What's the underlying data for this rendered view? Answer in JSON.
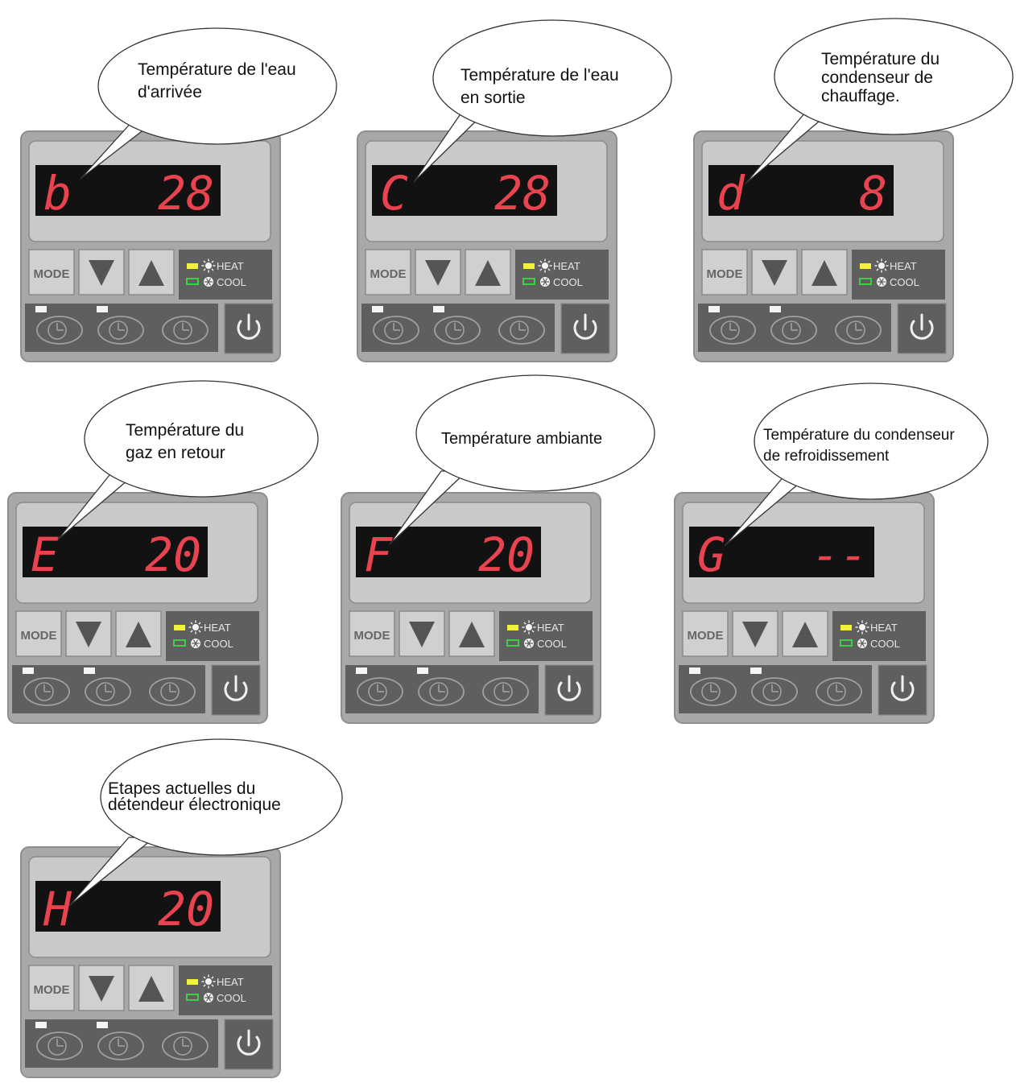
{
  "panels": [
    {
      "label": "Température de l'eau d'arrivée",
      "lines": [
        "Température de l'eau",
        "d'arrivée"
      ],
      "code": "b",
      "value": "28"
    },
    {
      "label": "Température de l'eau en sortie",
      "lines": [
        "Température de l'eau",
        " en sortie"
      ],
      "code": "C",
      "value": "28"
    },
    {
      "label": "Température du condenseur de chauffage.",
      "lines": [
        "Température du",
        "condenseur de",
        "chauffage."
      ],
      "code": "d",
      "value": "8"
    },
    {
      "label": "Température du gaz en retour",
      "lines": [
        "Température du",
        "gaz en retour"
      ],
      "code": "E",
      "value": "20"
    },
    {
      "label": "Température ambiante",
      "lines": [
        "Température ambiante"
      ],
      "code": "F",
      "value": "20"
    },
    {
      "label": "Température du condenseur de refroidissement",
      "lines": [
        "Température du condenseur",
        "de refroidissement"
      ],
      "code": "G",
      "value": "--"
    },
    {
      "label": "Etapes actuelles du détendeur électronique",
      "lines": [
        "Etapes actuelles du",
        "détendeur électronique"
      ],
      "code": "H",
      "value": "20"
    }
  ],
  "controls": {
    "mode_label": "MODE",
    "heat_label": "HEAT",
    "cool_label": "COOL",
    "down_icon": "triangle-down-icon",
    "up_icon": "triangle-up-icon",
    "timer_icon": "clock-icon",
    "power_icon": "power-icon"
  },
  "colors": {
    "segment": "#e8434f",
    "display_bg": "#121212",
    "heat_led": "#f2f23c",
    "cool_led": "#3ecf45",
    "panel_outer": "#a8a8a8",
    "panel_dark": "#5f5f5f"
  }
}
